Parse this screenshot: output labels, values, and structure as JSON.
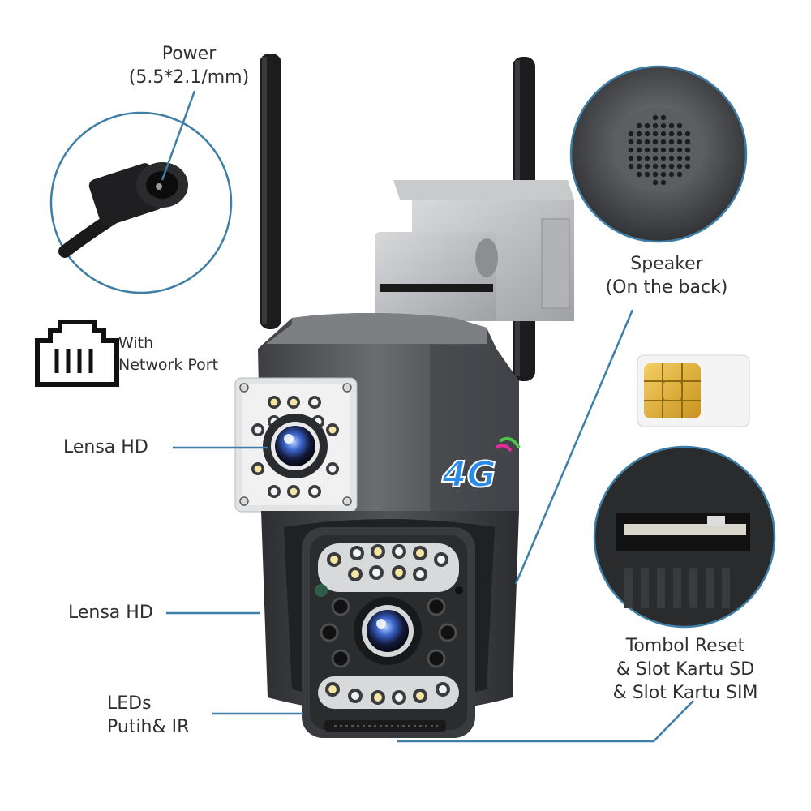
{
  "labels": {
    "power_line1": "Power",
    "power_line2": "(5.5*2.1/mm)",
    "network_line1": "With",
    "network_line2": "Network Port",
    "lens_hd_top": "Lensa HD",
    "lens_hd_bottom": "Lensa HD",
    "leds_line1": "LEDs",
    "leds_line2": "Putih& IR",
    "speaker_line1": "Speaker",
    "speaker_line2": "(On the back)",
    "slots_line1": "Tombol Reset",
    "slots_line2": "& Slot Kartu SD",
    "slots_line3": "& Slot Kartu SIM"
  },
  "badge": {
    "text": "4G"
  },
  "colors": {
    "callout_line": "#3f7ea6",
    "camera_body": "#4a4c50",
    "camera_dark": "#2b2c2f",
    "sim_gold": "#e2b23a",
    "badge_blue": "#2a8be8"
  }
}
